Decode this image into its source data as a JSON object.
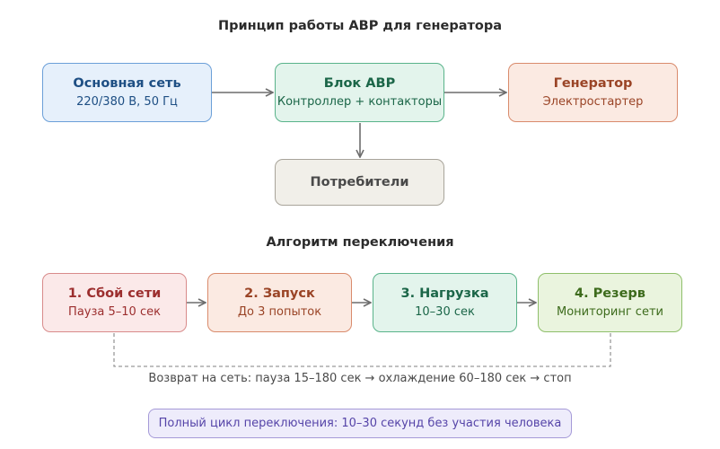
{
  "diagram": {
    "title": "Принцип работы АВР для генератора",
    "nodes": {
      "mains": {
        "title": "Основная сеть",
        "subtitle": "220/380 В, 50 Гц"
      },
      "ats": {
        "title": "Блок АВР",
        "subtitle": "Контроллер + контакторы"
      },
      "generator": {
        "title": "Генератор",
        "subtitle": "Электростартер"
      },
      "consumers": {
        "title": "Потребители"
      }
    }
  },
  "algorithm": {
    "title": "Алгоритм переключения",
    "steps": [
      {
        "title": "1. Сбой сети",
        "subtitle": "Пауза 5–10 сек"
      },
      {
        "title": "2. Запуск",
        "subtitle": "До 3 попыток"
      },
      {
        "title": "3. Нагрузка",
        "subtitle": "10–30 сек"
      },
      {
        "title": "4. Резерв",
        "subtitle": "Мониторинг сети"
      }
    ],
    "return_note": "Возврат на сеть: пауза 15–180 сек → охлаждение 60–180 сек → стоп",
    "summary": "Полный цикл переключения: 10–30 секунд без участия человека"
  }
}
